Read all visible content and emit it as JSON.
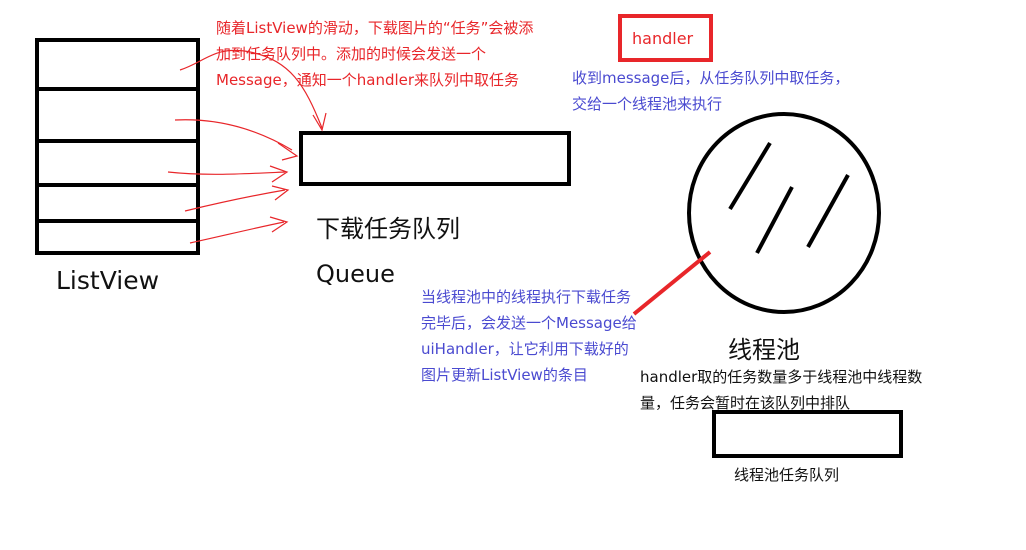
{
  "listview_label": "ListView",
  "queue_label_cn": "下载任务队列",
  "queue_label_en": "Queue",
  "threadpool_label": "线程池",
  "handler_label": "handler",
  "threadpool_queue_label": "线程池任务队列",
  "notes": {
    "scroll_note": [
      "随着ListView的滑动，下载图片的“任务”会被添",
      "加到任务队列中。添加的时候会发送一个",
      "Message，通知一个handler来队列中取任务"
    ],
    "handler_note": [
      "收到message后，从任务队列中取任务，",
      "交给一个线程池来执行"
    ],
    "complete_note": [
      "当线程池中的线程执行下载任务",
      "完毕后，会发送一个Message给",
      "uiHandler，让它利用下载好的",
      "图片更新ListView的条目"
    ],
    "overflow_note": [
      "handler取的任务数量多于线程池中线程数",
      "量，任务会暂时在该队列中排队"
    ]
  },
  "colors": {
    "annotation_red": "#e8262a",
    "annotation_blue": "#4a4ad0",
    "ink": "#000000"
  }
}
